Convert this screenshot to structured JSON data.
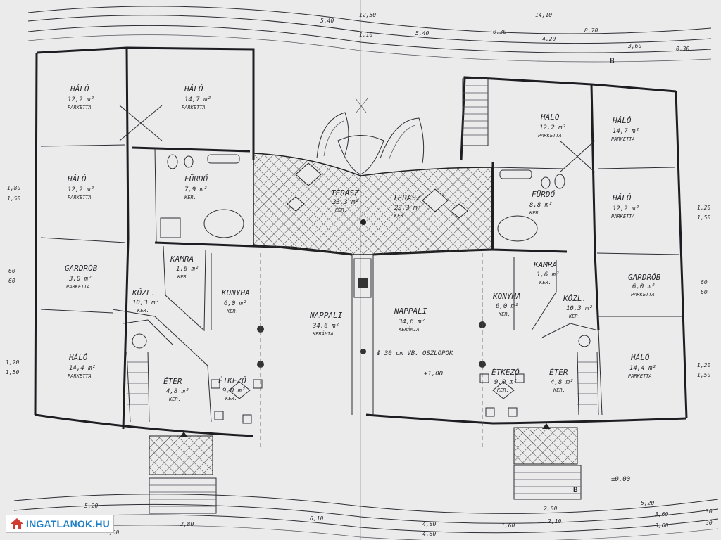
{
  "watermark": {
    "text": "INGATLANOK.HU",
    "icon": "house-icon",
    "color": "#1f7fc4"
  },
  "left_unit": {
    "rooms": [
      {
        "name": "HÁLÓ",
        "area": "12,2 m²",
        "floor": "PARKETTA"
      },
      {
        "name": "HÁLÓ",
        "area": "14,7 m²",
        "floor": "PARKETTA"
      },
      {
        "name": "HÁLÓ",
        "area": "12,2 m²",
        "floor": "PARKETTA"
      },
      {
        "name": "FÜRDŐ",
        "area": "7,9 m²",
        "floor": "KER."
      },
      {
        "name": "GARDRÓB",
        "area": "3,0 m²",
        "floor": "PARKETTA"
      },
      {
        "name": "KÖZL.",
        "area": "10,3 m²",
        "floor": "KER."
      },
      {
        "name": "KAMRA",
        "area": "1,6 m²",
        "floor": "KER."
      },
      {
        "name": "KONYHA",
        "area": "6,0 m²",
        "floor": "KER."
      },
      {
        "name": "NAPPALI",
        "area": "34,6 m²",
        "floor": "KERÁMIA"
      },
      {
        "name": "HÁLÓ",
        "area": "14,4 m²",
        "floor": "PARKETTA"
      },
      {
        "name": "ÉTER",
        "area": "4,8 m²",
        "floor": "KER."
      },
      {
        "name": "ÉTKEZŐ",
        "area": "9,0 m²",
        "floor": "KER."
      },
      {
        "name": "TERASZ",
        "area": "23,3 m²",
        "floor": "KER."
      }
    ]
  },
  "right_unit": {
    "rooms": [
      {
        "name": "HÁLÓ",
        "area": "12,2 m²",
        "floor": "PARKETTA"
      },
      {
        "name": "HÁLÓ",
        "area": "14,7 m²",
        "floor": "PARKETTA"
      },
      {
        "name": "FÜRDŐ",
        "area": "8,8 m²",
        "floor": "KER."
      },
      {
        "name": "HÁLÓ",
        "area": "12,2 m²",
        "floor": "PARKETTA"
      },
      {
        "name": "TERASZ",
        "area": "23,3 m²",
        "floor": "KER."
      },
      {
        "name": "KAMRA",
        "area": "1,6 m²",
        "floor": "KER."
      },
      {
        "name": "GARDRÓB",
        "area": "6,0 m²",
        "floor": "PARKETTA"
      },
      {
        "name": "NAPPALI",
        "area": "34,6 m²",
        "floor": "KERÁMIA"
      },
      {
        "name": "KONYHA",
        "area": "6,0 m²",
        "floor": "KER."
      },
      {
        "name": "KÖZL.",
        "area": "10,3 m²",
        "floor": "KER."
      },
      {
        "name": "ÉTKEZŐ",
        "area": "9,0 m²",
        "floor": "KER."
      },
      {
        "name": "ÉTER",
        "area": "4,8 m²",
        "floor": "KER."
      },
      {
        "name": "HÁLÓ",
        "area": "14,4 m²",
        "floor": "PARKETTA"
      }
    ]
  },
  "annotations": {
    "chimney": "Φ 30 cm VB. OSZLOPOK",
    "level_a": "+1,00",
    "level_b": "±0,00",
    "section_mark": "B",
    "top_dims": [
      "12,50",
      "5,40",
      "14,10",
      "5,40",
      "8,70",
      "4,20",
      "3,60",
      "1,10",
      "0,30",
      "0,30"
    ],
    "side_dims": [
      "1,80",
      "1,50",
      "60",
      "60",
      "1,20",
      "1,50",
      "1,20",
      "1,50",
      "60",
      "60",
      "1,20",
      "1,50"
    ],
    "bottom_dims": [
      "5,20",
      "2,80",
      "3,60",
      "6,10",
      "4,80",
      "4,80",
      "1,60",
      "2,00",
      "2,10",
      "5,20",
      "3,60",
      "3,60",
      "30",
      "30"
    ]
  }
}
